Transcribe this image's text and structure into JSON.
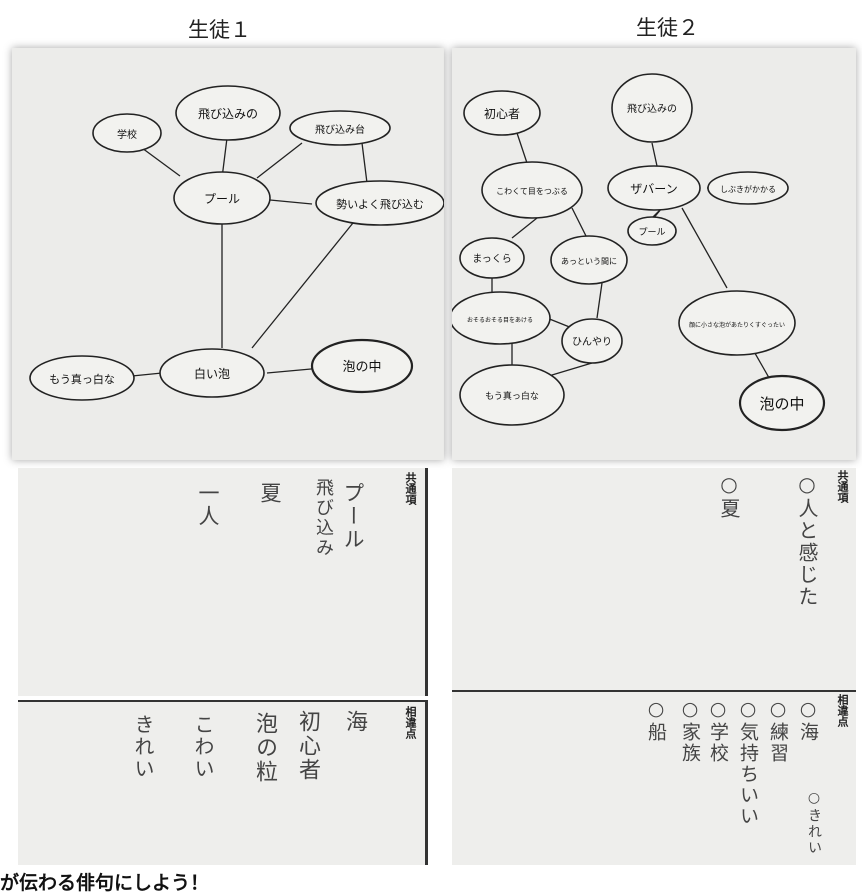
{
  "labels": {
    "student1": "生徒１",
    "student2": "生徒２"
  },
  "student1_map": {
    "nodes": [
      "飛び込みの",
      "学校",
      "飛び込み台",
      "プール",
      "勢いよく飛び込む",
      "もう真っ白な",
      "白い泡",
      "泡の中"
    ]
  },
  "student2_map": {
    "nodes": [
      "初心者",
      "飛び込みの",
      "こわくて目をつぶる",
      "ザバーン",
      "しぶきがかかる",
      "プール",
      "まっくら",
      "あっという間に",
      "おそるおそる目をあける",
      "ひんやり",
      "顔に小さな泡があたりくすぐったい",
      "もう真っ白な",
      "泡の中"
    ]
  },
  "student1_notes": {
    "common_tag": "共通項",
    "common": [
      "プール",
      "飛び込み",
      "夏",
      "一人"
    ],
    "diff_tag": "相違点",
    "diff": [
      "海",
      "初心者",
      "泡の粒",
      "こわい",
      "きれい"
    ]
  },
  "student2_notes": {
    "common_tag": "共通項",
    "common": [
      "○人と感じた",
      "○夏"
    ],
    "diff_tag": "相違点",
    "diff": [
      "○海",
      "○練習",
      "○気持ちいい",
      "○学校",
      "○家族",
      "○船"
    ],
    "extra": "○きれい"
  },
  "footer": "が伝わる俳句にしよう！"
}
